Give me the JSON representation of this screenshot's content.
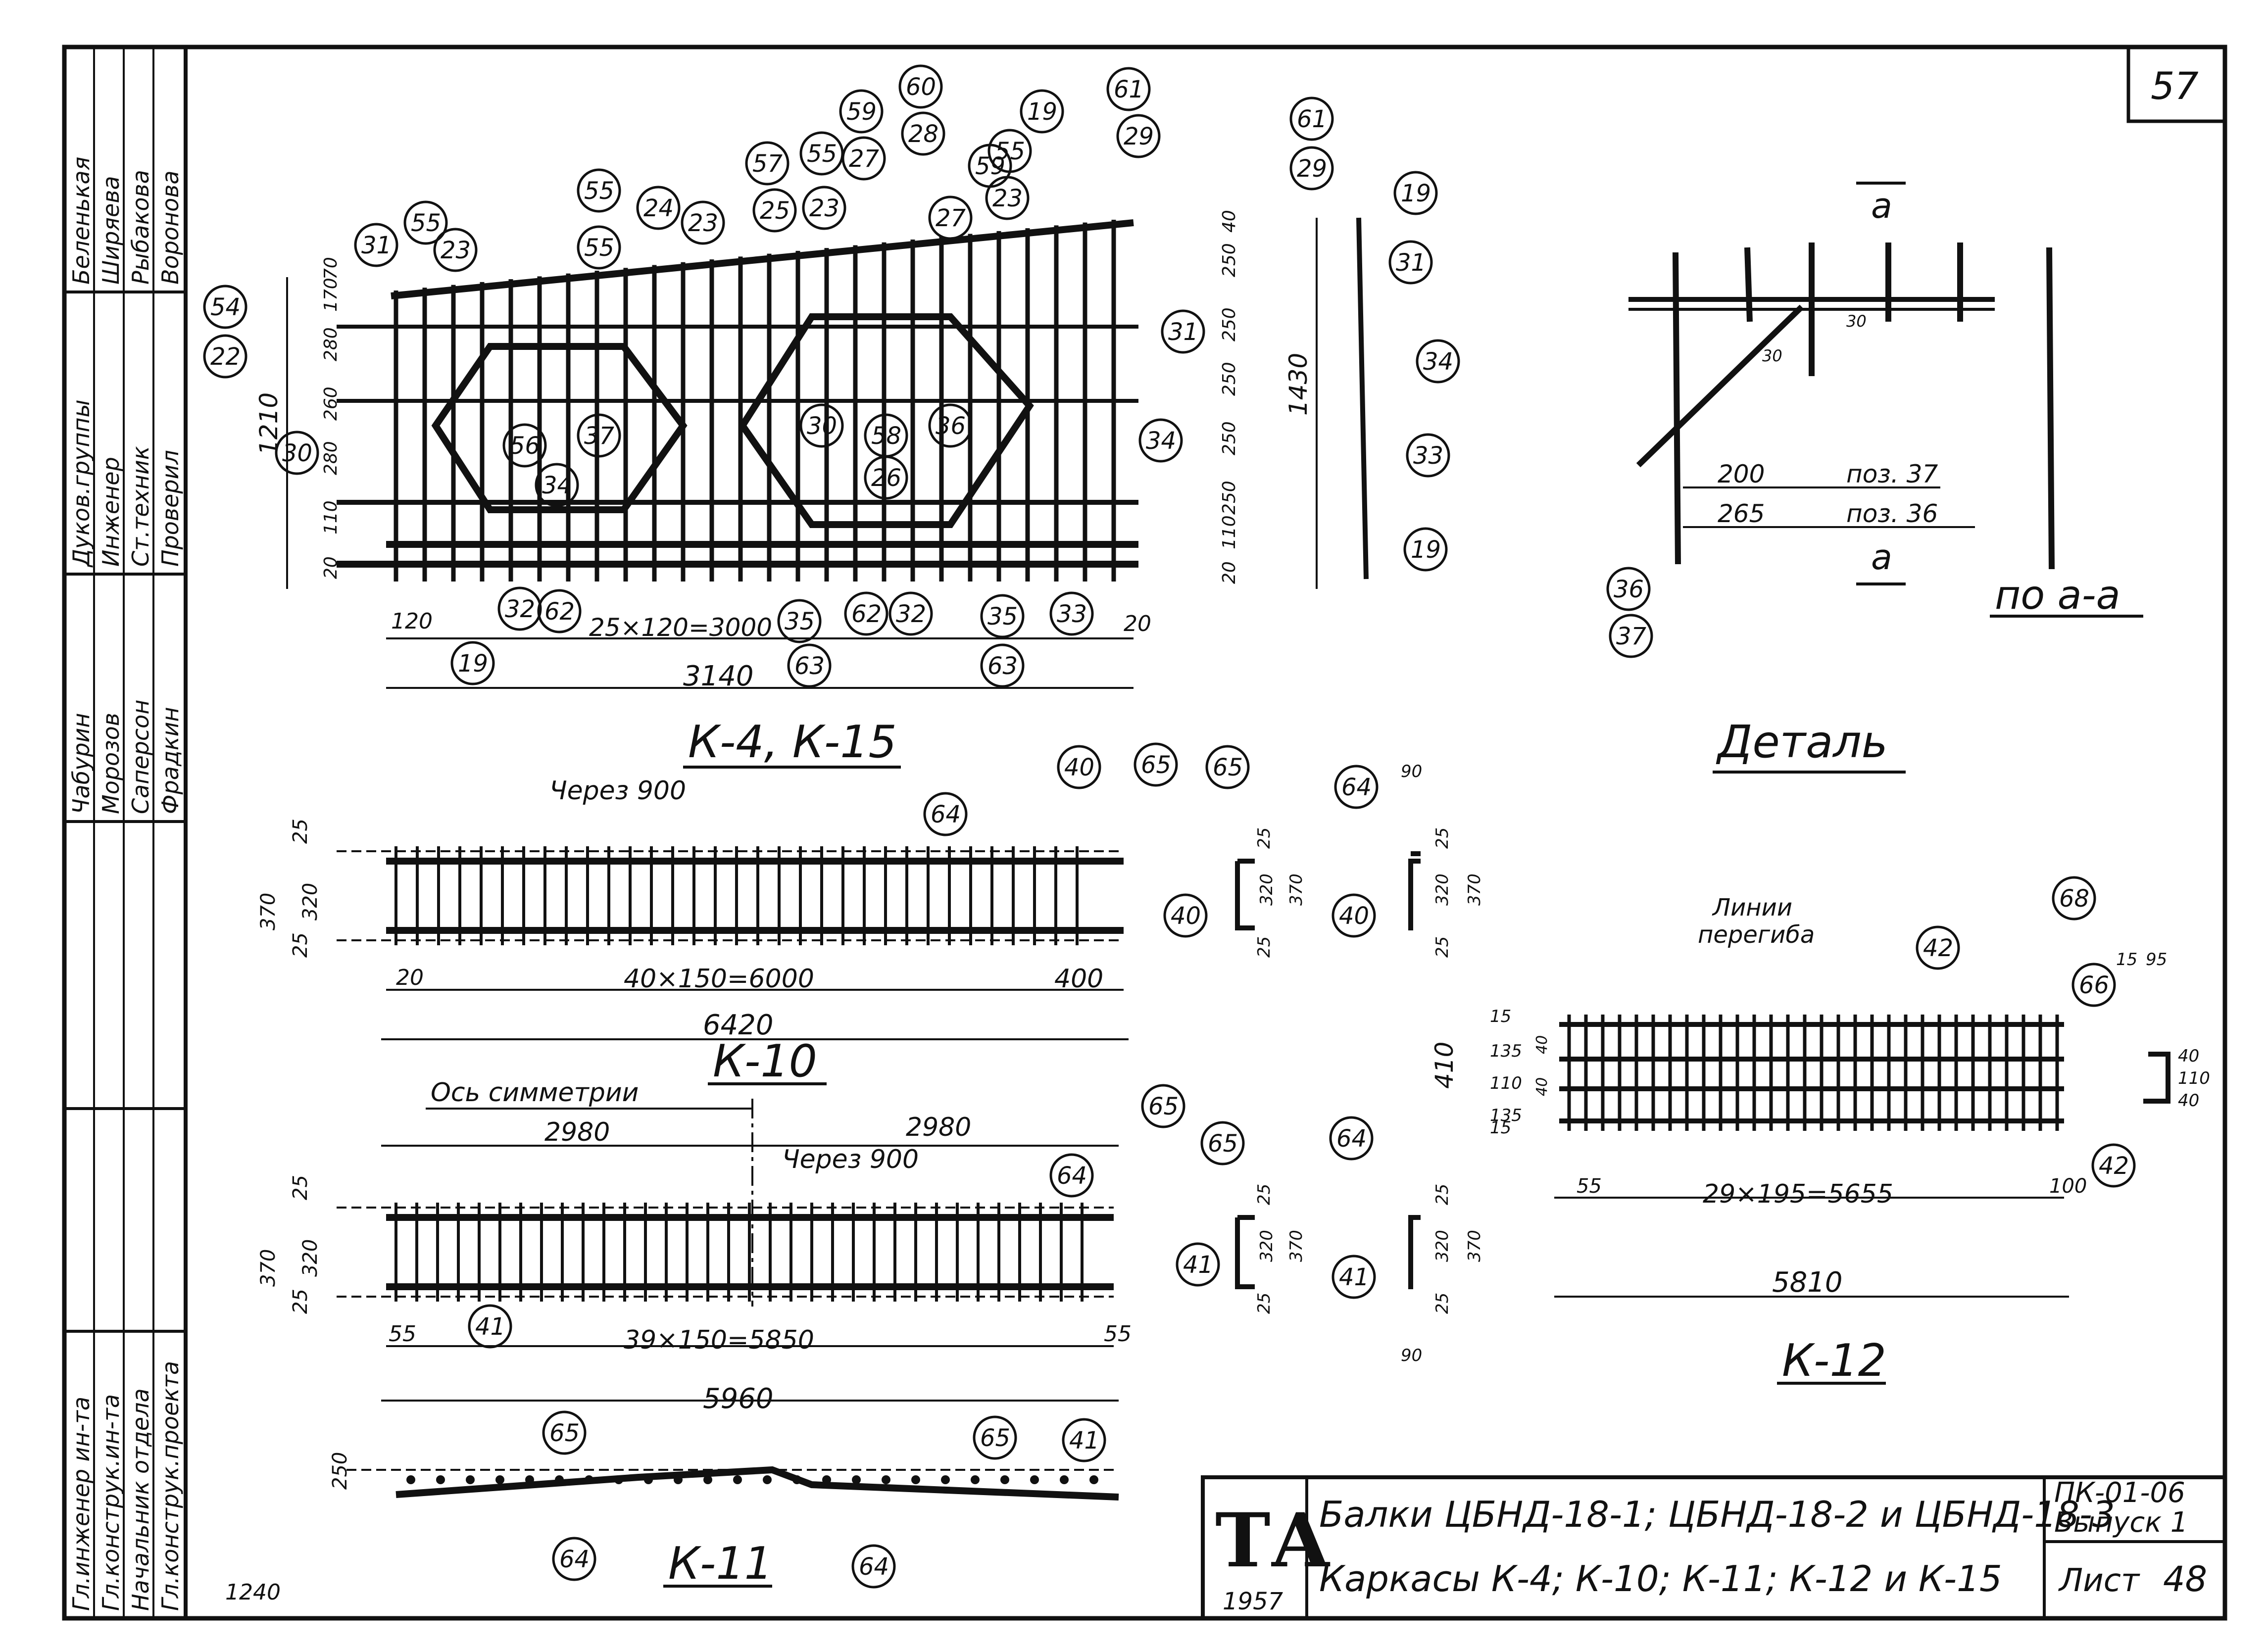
{
  "sheet": {
    "page_number": "57",
    "year": "1957",
    "note_bottom": "1240",
    "stamp_letters": "ТА"
  },
  "title_block": {
    "line1": "Балки ЦБНД-18-1; ЦБНД-18-2 и ЦБНД-18-3",
    "line2": "Каркасы К-4; К-10; К-11; К-12 и К-15",
    "code": "ПК-01-06",
    "issue": "Выпуск 1",
    "sheet_label": "Лист",
    "sheet_number": "48"
  },
  "signatures": {
    "columns": [
      [
        "Беленькая",
        "Ширяева",
        "Рыбакова",
        "Воронова"
      ],
      [
        "Дуков.группы",
        "Инженер",
        "Ст.техник",
        "Проверил"
      ],
      [
        "Чабурин",
        "Морозов",
        "Саперсон",
        "Фрадкин"
      ],
      [
        "Гл.инженер ин-та",
        "Гл.конструк.ин-та",
        "Начальник отдела",
        "Гл.конструк.проекта"
      ]
    ]
  },
  "drawings": {
    "k4": {
      "title": "К-4, К-15",
      "dim_total": "3140",
      "dim_pitch": "25×120=3000",
      "dim_left": "120",
      "dim_right": "20",
      "height_left": "1210",
      "height_right": "1430",
      "left_dims": [
        "70",
        "170",
        "280",
        "260",
        "280",
        "110",
        "20"
      ],
      "right_dims": [
        "40",
        "250",
        "250",
        "250",
        "250",
        "250",
        "110",
        "20"
      ],
      "small_dims": [
        "30",
        "30",
        "20",
        "20",
        "30",
        "30",
        "20",
        "250",
        "250",
        "20"
      ],
      "callouts": [
        "54",
        "22",
        "31",
        "55",
        "23",
        "55",
        "24",
        "23",
        "55",
        "57",
        "55",
        "27",
        "25",
        "23",
        "59",
        "60",
        "28",
        "27",
        "59",
        "55",
        "23",
        "19",
        "61",
        "29",
        "31",
        "34",
        "30",
        "56",
        "37",
        "34",
        "30",
        "58",
        "36",
        "26",
        "32",
        "62",
        "35",
        "62",
        "32",
        "35",
        "33",
        "19",
        "63",
        "63"
      ],
      "side_callouts": [
        "61",
        "29",
        "19",
        "31",
        "34",
        "33",
        "19"
      ]
    },
    "detail": {
      "title": "Деталь",
      "section": "по а-а",
      "mark": "а",
      "dim1": "200",
      "pos1": "поз. 37",
      "dim2": "265",
      "pos2": "поз. 36",
      "dim_small1": "30",
      "dim_small2": "30",
      "callouts": [
        "36",
        "37"
      ]
    },
    "k10": {
      "title": "К-10",
      "note": "Через 900",
      "dim_total": "6420",
      "dim_pitch": "40×150=6000",
      "dim_left": "20",
      "dim_right": "400",
      "heights": [
        "25",
        "370",
        "320",
        "25"
      ],
      "callouts": [
        "64",
        "40",
        "65"
      ],
      "sections": {
        "a": {
          "callouts": [
            "65",
            "40"
          ],
          "dims": [
            "25",
            "320",
            "370",
            "25"
          ]
        },
        "b": {
          "callouts": [
            "64",
            "40"
          ],
          "dims": [
            "90",
            "25",
            "320",
            "370",
            "25"
          ]
        }
      }
    },
    "k11": {
      "title": "К-11",
      "height": "250",
      "callouts": [
        "65",
        "65",
        "41",
        "64",
        "64"
      ]
    },
    "k_sym": {
      "axis_label": "Ось симметрии",
      "note": "Через 900",
      "dim_half_left": "2980",
      "dim_half_right": "2980",
      "dim_total": "5960",
      "dim_pitch": "39×150=5850",
      "dim_left": "55",
      "dim_right": "55",
      "heights": [
        "25",
        "370",
        "320",
        "25"
      ],
      "callouts": [
        "64",
        "65",
        "41"
      ],
      "sections": {
        "a": {
          "callouts": [
            "65",
            "41"
          ],
          "dims": [
            "25",
            "320",
            "370",
            "25"
          ]
        },
        "b": {
          "callouts": [
            "64",
            "41"
          ],
          "dims": [
            "25",
            "320",
            "370",
            "25",
            "90"
          ]
        }
      }
    },
    "k12": {
      "title": "К-12",
      "note1": "Линии",
      "note2": "перегиба",
      "dim_total": "5810",
      "dim_pitch": "29×195=5655",
      "dim_left": "55",
      "dim_right": "100",
      "height": "410",
      "left_dims": [
        "15",
        "135",
        "110",
        "135",
        "15"
      ],
      "inner_dims": [
        "40",
        "40"
      ],
      "callouts": [
        "68",
        "42"
      ],
      "section": {
        "callouts": [
          "66",
          "42"
        ],
        "dims": [
          "15",
          "95",
          "40",
          "110",
          "40"
        ]
      }
    }
  }
}
